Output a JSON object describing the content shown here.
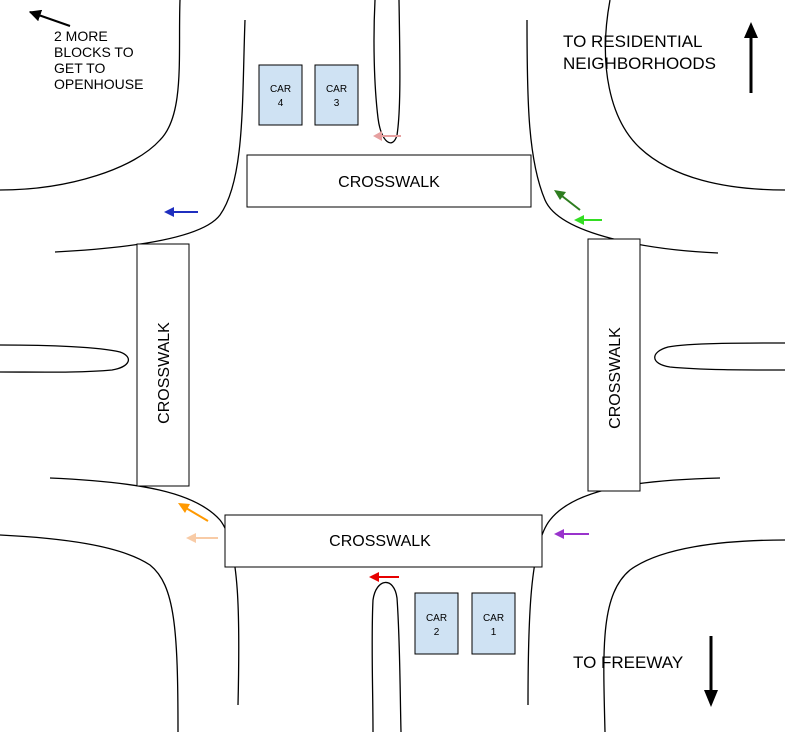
{
  "diagram": {
    "colors": {
      "car_fill": "#cfe2f3",
      "arrow_pink": "#e6a0a0",
      "arrow_blue": "#1f2fbf",
      "arrow_dark_green": "#2e7d1f",
      "arrow_bright_green": "#33dd22",
      "arrow_orange": "#ff9900",
      "arrow_peach": "#f8cba6",
      "arrow_purple": "#9933cc",
      "arrow_red": "#e60000",
      "arrow_black": "#000000"
    },
    "crosswalks": {
      "north": "CROSSWALK",
      "south": "CROSSWALK",
      "west": "CROSSWALK",
      "east": "CROSSWALK"
    },
    "cars": {
      "car4": {
        "line1": "CAR",
        "line2": "4"
      },
      "car3": {
        "line1": "CAR",
        "line2": "3"
      },
      "car2": {
        "line1": "CAR",
        "line2": "2"
      },
      "car1": {
        "line1": "CAR",
        "line2": "1"
      }
    },
    "notes": {
      "openhouse": [
        "2 MORE",
        "BLOCKS TO",
        "GET TO",
        "OPENHOUSE"
      ],
      "residential": [
        "TO RESIDENTIAL",
        "NEIGHBORHOODS"
      ],
      "freeway": "TO FREEWAY"
    },
    "icons": {
      "openhouse_direction": "arrow-up-left-icon",
      "residential_direction": "arrow-up-icon",
      "freeway_direction": "arrow-down-icon"
    }
  }
}
